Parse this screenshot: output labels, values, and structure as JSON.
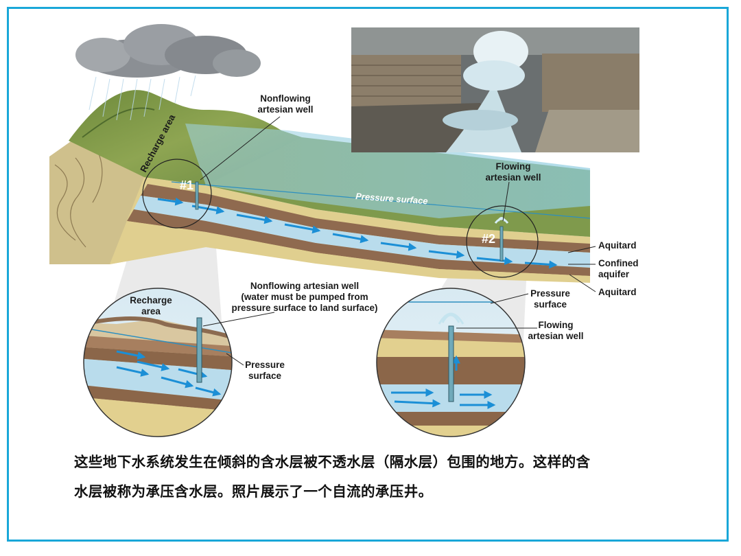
{
  "diagram": {
    "labels": {
      "nonflowing_top_1": "Nonflowing",
      "nonflowing_top_2": "artesian well",
      "recharge_area": "Recharge area",
      "marker_1": "#1",
      "marker_2": "#2",
      "flowing_top_1": "Flowing",
      "flowing_top_2": "artesian well",
      "pressure_surface_main": "Pressure surface",
      "aquitard_upper": "Aquitard",
      "confined_1": "Confined",
      "confined_2": "aquifer",
      "aquitard_lower": "Aquitard",
      "inset1_recharge_1": "Recharge",
      "inset1_recharge_2": "area",
      "inset1_title_1": "Nonflowing artesian well",
      "inset1_title_2": "(water must be pumped from",
      "inset1_title_3": "pressure surface to land surface)",
      "inset1_pressure_1": "Pressure",
      "inset1_pressure_2": "surface",
      "inset2_pressure_1": "Pressure",
      "inset2_pressure_2": "surface",
      "inset2_flowing_1": "Flowing",
      "inset2_flowing_2": "artesian well"
    }
  },
  "caption": {
    "line1": "这些地下水系统发生在倾斜的含水层被不透水层（隔水层）包围的地方。这样的含",
    "line2": "水层被称为承压含水层。照片展示了一个自流的承压井。"
  },
  "colors": {
    "frame": "#19a7d8",
    "aquifer": "#b9dcec",
    "flow_arrow": "#1b8fd6",
    "aquitard": "#8f6a4f",
    "sand": "#e0cf8f"
  }
}
